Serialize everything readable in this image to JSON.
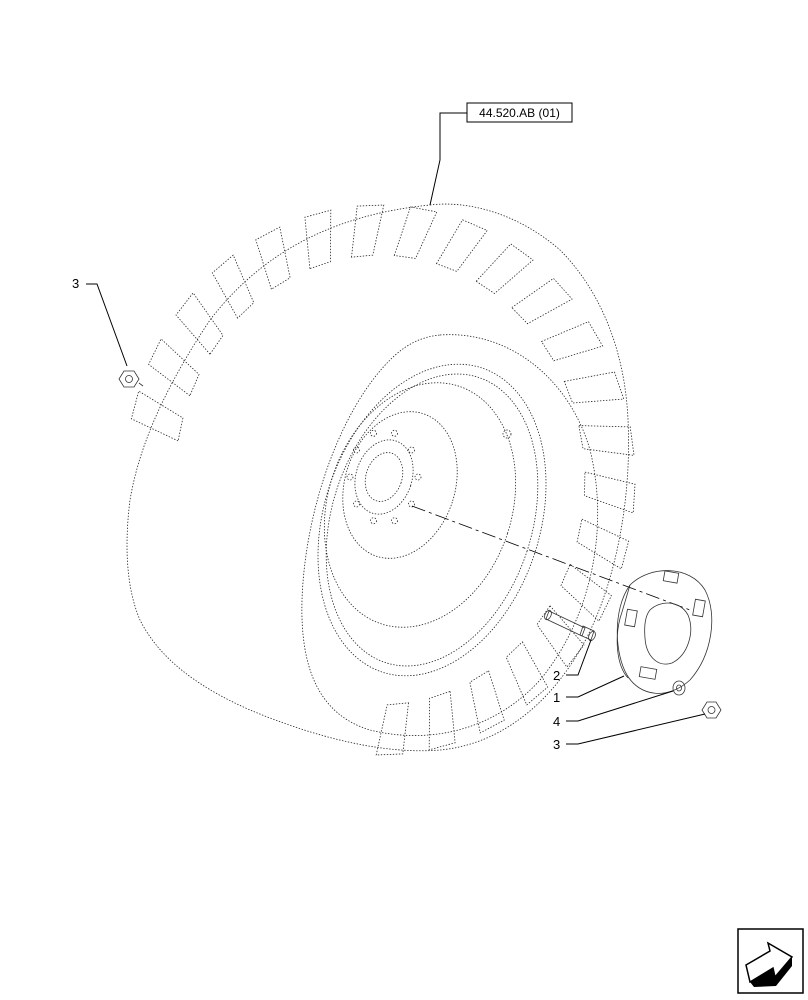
{
  "reference": {
    "text": "44.520.AB (01)"
  },
  "callouts": {
    "nut_left": "3",
    "stud": "2",
    "weight": "1",
    "washer": "4",
    "nut_right": "3"
  },
  "icons": {
    "next_page": "next-page-arrow-icon"
  }
}
